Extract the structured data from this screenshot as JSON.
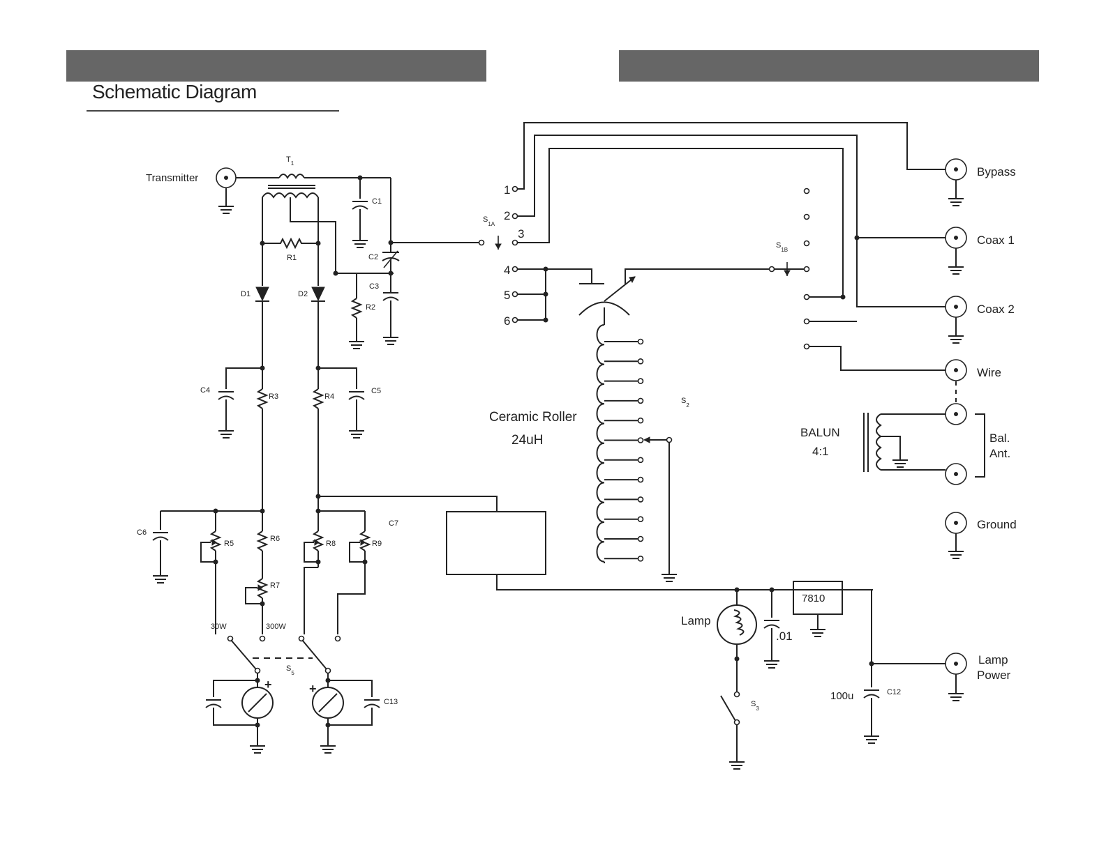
{
  "page": {
    "title": "Schematic Diagram"
  },
  "components": {
    "t1": "T",
    "t1_sub": "1",
    "c1": "C1",
    "c2": "C2",
    "c3": "C3",
    "c4": "C4",
    "c5": "C5",
    "c6": "C6",
    "c7": "C7",
    "c12": "C12",
    "c13": "C13",
    "r1": "R1",
    "r2": "R2",
    "r3": "R3",
    "r4": "R4",
    "r5": "R5",
    "r6": "R6",
    "r7": "R7",
    "r8": "R8",
    "r9": "R9",
    "d1": "D1",
    "d2": "D2",
    "s1a": "S",
    "s1a_sub": "1A",
    "s1b": "S",
    "s1b_sub": "1B",
    "s2": "S",
    "s2_sub": "2",
    "s3": "S",
    "s3_sub": "3",
    "s5": "S",
    "s5_sub": "5",
    "regulator": "7810",
    "cap_01": ".01",
    "cap_100u": "100u",
    "lamp": "Lamp",
    "balun_1": "BALUN",
    "balun_2": "4:1",
    "roller_1": "Ceramic Roller",
    "roller_2": "24uH",
    "range_30w": "30W",
    "range_300w": "300W"
  },
  "switch_positions": [
    "1",
    "2",
    "3",
    "4",
    "5",
    "6"
  ],
  "connectors": {
    "transmitter": "Transmitter",
    "bypass": "Bypass",
    "coax1": "Coax 1",
    "coax2": "Coax 2",
    "wire": "Wire",
    "bal_ant_1": "Bal.",
    "bal_ant_2": "Ant.",
    "ground": "Ground",
    "lamp_power_1": "Lamp",
    "lamp_power_2": "Power"
  }
}
